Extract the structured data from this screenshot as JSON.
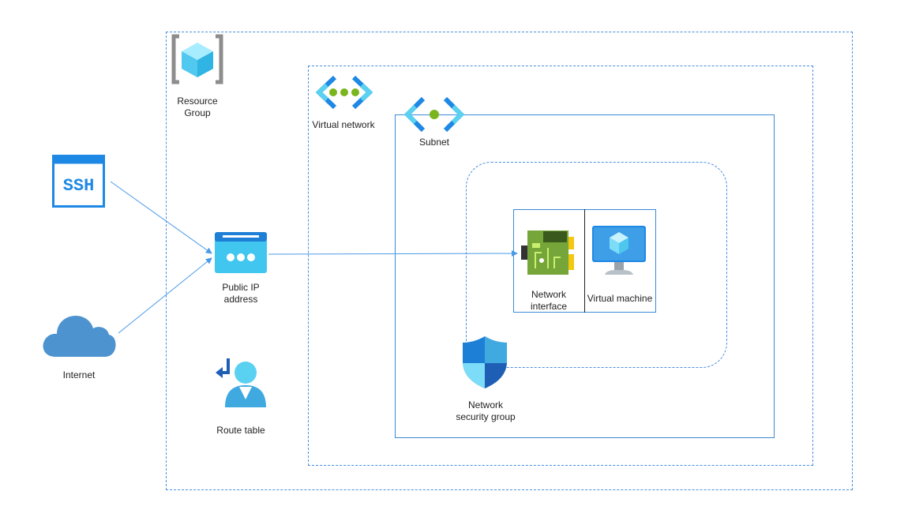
{
  "labels": {
    "resource_group": "Resource\nGroup",
    "virtual_network": "Virtual network",
    "subnet": "Subnet",
    "ssh": "SSH",
    "internet": "Internet",
    "public_ip": "Public IP\naddress",
    "route_table": "Route table",
    "network_interface": "Network\ninterface",
    "virtual_machine": "Virtual machine",
    "nsg": "Network\nsecurity group"
  },
  "colors": {
    "boundary": "#4a8fe0",
    "connector": "#4a9ae8",
    "azure_blue": "#1e88e5",
    "light_cyan": "#5ad1f0",
    "green": "#7ab51d"
  },
  "connections": [
    {
      "from": "ssh",
      "to": "public-ip"
    },
    {
      "from": "internet",
      "to": "public-ip"
    },
    {
      "from": "public-ip",
      "to": "network-interface"
    }
  ]
}
